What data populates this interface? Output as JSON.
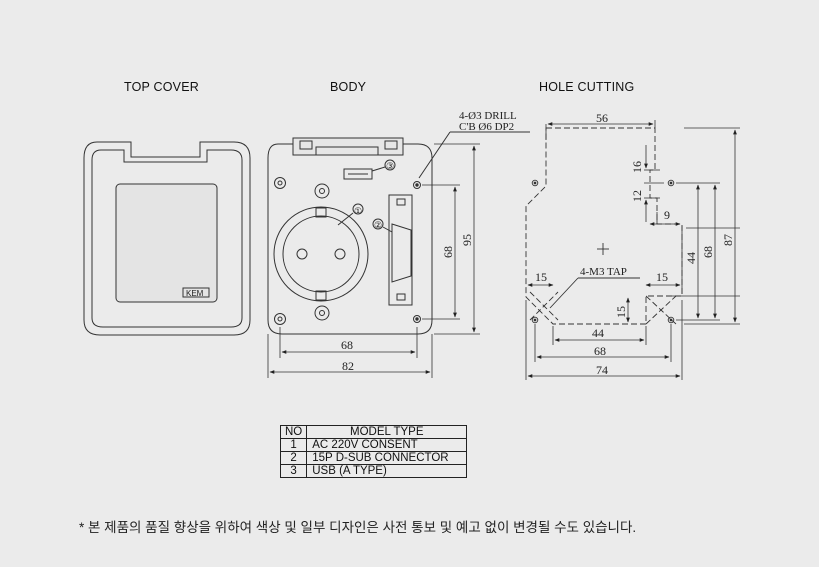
{
  "sections": {
    "top_cover": "TOP COVER",
    "body": "BODY",
    "hole_cutting": "HOLE CUTTING"
  },
  "top_cover": {
    "brand": "KEM"
  },
  "body_view": {
    "callouts": [
      "①",
      "②",
      "③"
    ],
    "drill_note_1": "4-Ø3 DRILL",
    "drill_note_2": "C'B Ø6 DP2",
    "dims": {
      "pitch_width": "68",
      "overall_width": "82",
      "pitch_height": "68",
      "overall_height": "95"
    }
  },
  "hole_cutting": {
    "tap_note": "4-M3 TAP",
    "dims": {
      "top_width": "56",
      "d16": "16",
      "d12": "12",
      "d9": "9",
      "d44_v": "44",
      "d68_v": "68",
      "d87_v": "87",
      "d15_left": "15",
      "d15_right": "15",
      "d15_v": "15",
      "d44_h": "44",
      "d68_h": "68",
      "d74_h": "74"
    }
  },
  "spec_table": {
    "headers": [
      "NO",
      "MODEL  TYPE"
    ],
    "rows": [
      [
        "1",
        "AC 220V CONSENT"
      ],
      [
        "2",
        "15P D-SUB CONNECTOR"
      ],
      [
        "3",
        "USB (A TYPE)"
      ]
    ]
  },
  "footnote": "* 본 제품의 품질 향상을 위하여 색상 및 일부 디자인은 사전 통보 및 예고 없이 변경될 수도 있습니다."
}
